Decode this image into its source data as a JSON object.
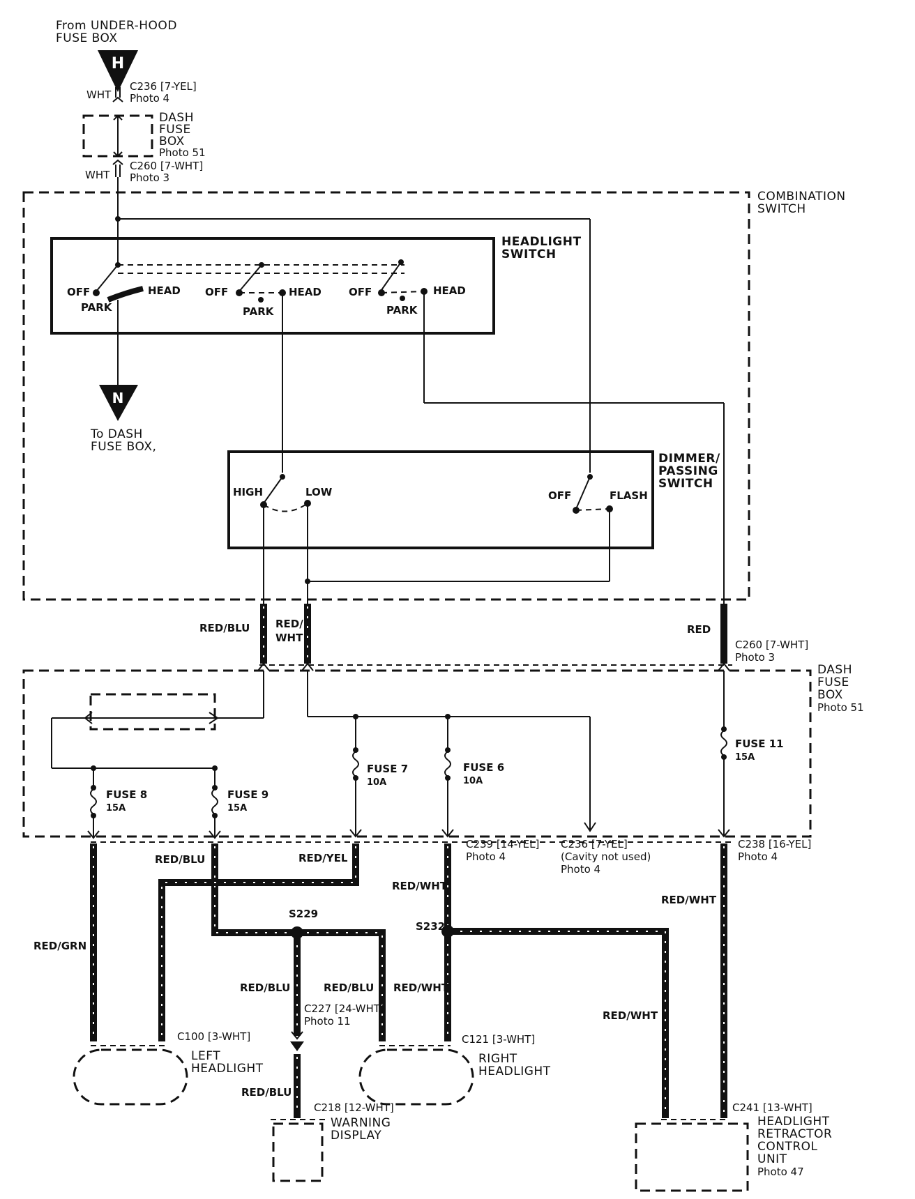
{
  "source": {
    "label_line1": "From UNDER-HOOD",
    "label_line2": "FUSE BOX",
    "marker": "H"
  },
  "dest": {
    "marker": "N",
    "label_line1": "To DASH",
    "label_line2": "FUSE BOX,"
  },
  "conn_top1": {
    "wire": "WHT",
    "name": "C236 [7-YEL]",
    "photo": "Photo 4"
  },
  "dash_fuse_top": {
    "l1": "DASH",
    "l2": "FUSE",
    "l3": "BOX",
    "l4": "Photo 51"
  },
  "conn_top2": {
    "wire": "WHT",
    "name": "C260 [7-WHT]",
    "photo": "Photo 3"
  },
  "combination_switch": {
    "l1": "COMBINATION",
    "l2": "SWITCH"
  },
  "headlight_switch": {
    "l1": "HEADLIGHT",
    "l2": "SWITCH",
    "off": "OFF",
    "park": "PARK",
    "head": "HEAD"
  },
  "dimmer_switch": {
    "l1": "DIMMER/",
    "l2": "PASSING",
    "l3": "SWITCH",
    "high": "HIGH",
    "low": "LOW",
    "off": "OFF",
    "flash": "FLASH"
  },
  "wires_mid": {
    "red_blu": "RED/BLU",
    "red_wht_1": "RED/",
    "red_wht_2": "WHT",
    "red": "RED"
  },
  "conn_mid": {
    "name": "C260 [7-WHT]",
    "photo": "Photo 3"
  },
  "dash_fuse_main": {
    "l1": "DASH",
    "l2": "FUSE",
    "l3": "BOX",
    "l4": "Photo 51"
  },
  "fuses": [
    {
      "name": "FUSE 8",
      "rating": "15A"
    },
    {
      "name": "FUSE 9",
      "rating": "15A"
    },
    {
      "name": "FUSE 7",
      "rating": "10A"
    },
    {
      "name": "FUSE 6",
      "rating": "10A"
    },
    {
      "name": "FUSE 11",
      "rating": "15A"
    }
  ],
  "conns_bottom": {
    "c239": "C239 [14-YEL]",
    "c239_photo": "Photo 4",
    "c236": "C236 [7-YEL]",
    "c236_note": "(Cavity not used)",
    "c236_photo": "Photo 4",
    "c238": "C238 [16-YEL]",
    "c238_photo": "Photo 4"
  },
  "wires_low": {
    "red_blu": "RED/BLU",
    "red_yel": "RED/YEL",
    "red_wht": "RED/WHT",
    "red_grn": "RED/GRN",
    "red_wht_right": "RED/WHT",
    "s229": "S229",
    "s232": "S232"
  },
  "splice_wires": {
    "red_blu_a": "RED/BLU",
    "red_blu_b": "RED/BLU",
    "red_wht": "RED/WHT",
    "red_wht_far": "RED/WHT",
    "red_blu_c": "RED/BLU"
  },
  "c227": {
    "name": "C227 [24-WHT]",
    "photo": "Photo 11"
  },
  "left_headlight": {
    "conn": "C100 [3-WHT]",
    "l1": "LEFT",
    "l2": "HEADLIGHT"
  },
  "right_headlight": {
    "conn": "C121 [3-WHT]",
    "l1": "RIGHT",
    "l2": "HEADLIGHT"
  },
  "warning": {
    "conn": "C218 [12-WHT]",
    "l1": "WARNING",
    "l2": "DISPLAY"
  },
  "retractor": {
    "conn": "C241 [13-WHT]",
    "l1": "HEADLIGHT",
    "l2": "RETRACTOR",
    "l3": "CONTROL",
    "l4": "UNIT",
    "l5": "Photo 47"
  }
}
